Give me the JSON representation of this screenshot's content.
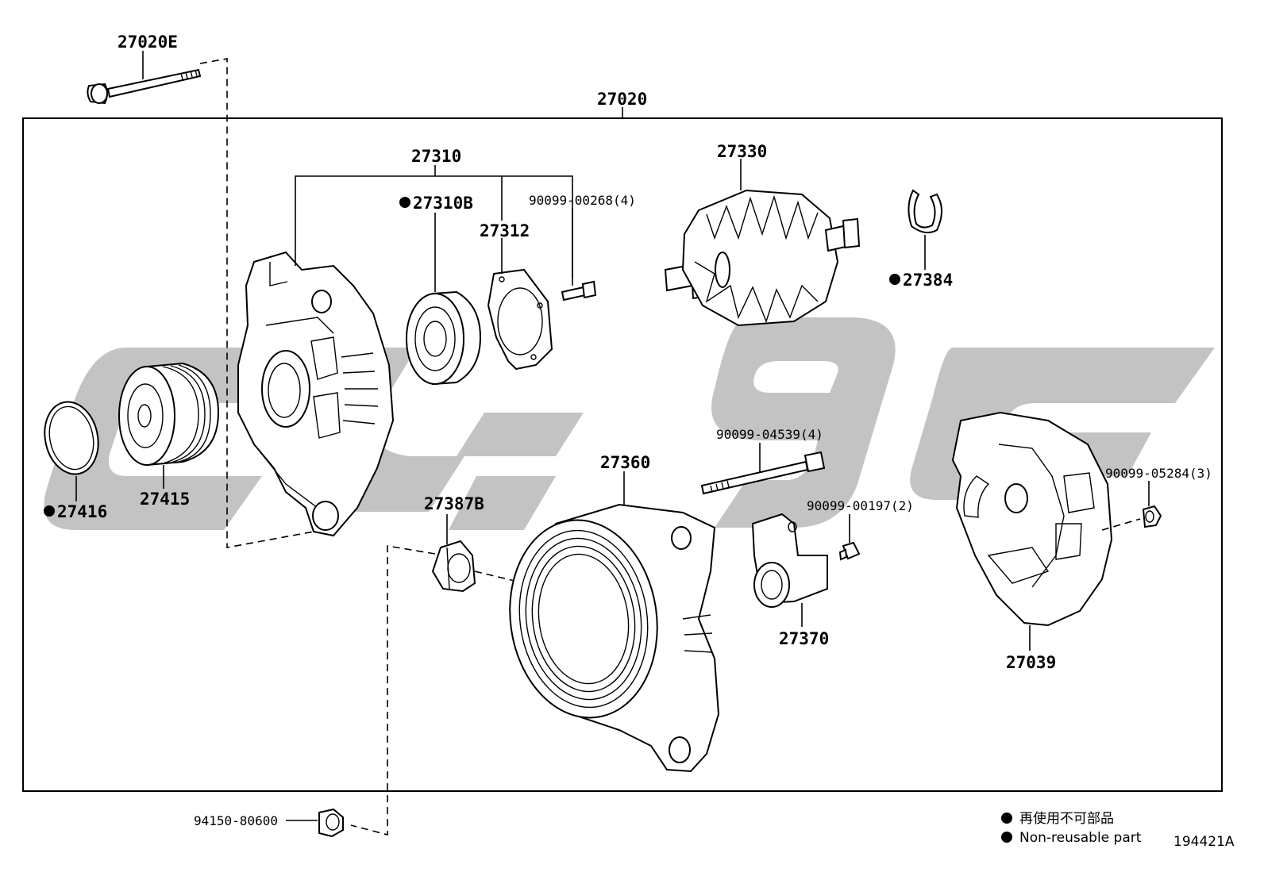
{
  "diagram": {
    "assembly_label": "27020",
    "figure_code": "194421A",
    "non_reusable_marker": "●",
    "labels": {
      "bolt": "27020E",
      "drive_end_frame": "27310",
      "bearing": "27310B",
      "retainer_plate": "27312",
      "retainer_screw": "90099-00268(4)",
      "rotor": "27330",
      "snap_ring": "27384",
      "ring": "27416",
      "pulley": "27415",
      "rear_frame": "27360",
      "insulator": "27387B",
      "through_bolt": "90099-04539(4)",
      "small_screw": "90099-00197(2)",
      "brush_holder": "27370",
      "rear_cover": "27039",
      "cover_nut": "90099-05284(3)",
      "terminal_nut": "94150-80600"
    },
    "legend": {
      "japanese": "再使用不可部品",
      "english": "Non-reusable part"
    }
  }
}
